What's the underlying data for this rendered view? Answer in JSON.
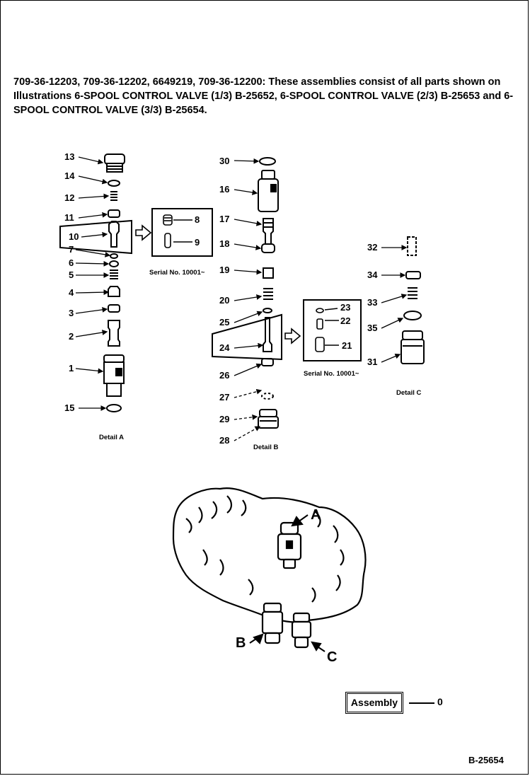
{
  "header": {
    "description": "709-36-12203, 709-36-12202, 6649219, 709-36-12200: These assemblies consist of all parts shown on Illustrations 6-SPOOL CONTROL VALVE (1/3) B-25652, 6-SPOOL CONTROL VALVE (2/3) B-25653 and 6-SPOOL CONTROL VALVE (3/3) B-25654."
  },
  "detail_a": {
    "caption": "Detail A",
    "serial_note": "Serial No. 10001~",
    "callouts": [
      "13",
      "14",
      "12",
      "11",
      "10",
      "7",
      "6",
      "5",
      "4",
      "3",
      "2",
      "1",
      "15",
      "8",
      "9"
    ]
  },
  "detail_b": {
    "caption": "Detail B",
    "serial_note": "Serial No. 10001~",
    "callouts": [
      "30",
      "16",
      "17",
      "18",
      "19",
      "20",
      "25",
      "24",
      "26",
      "27",
      "29",
      "28",
      "22",
      "23",
      "21"
    ]
  },
  "detail_c": {
    "caption": "Detail C",
    "callouts": [
      "32",
      "34",
      "33",
      "35",
      "31"
    ]
  },
  "view_arrows": [
    "A",
    "B",
    "C"
  ],
  "assembly": {
    "label": "Assembly",
    "number": "0"
  },
  "illustration_ref": "B-25654",
  "colors": {
    "ink": "#000000",
    "background": "#ffffff"
  }
}
